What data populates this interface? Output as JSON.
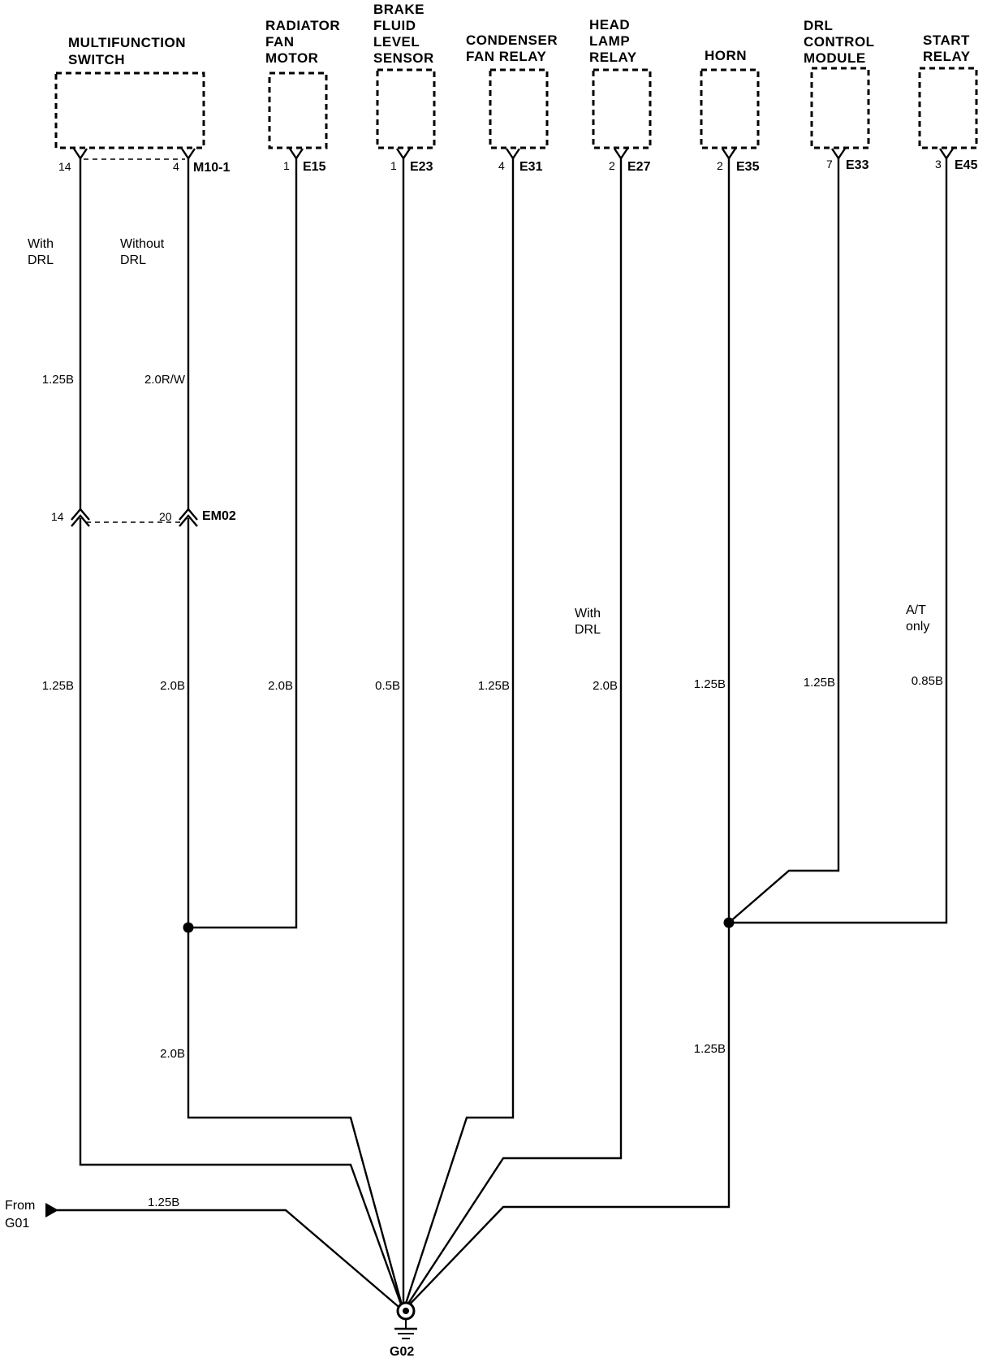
{
  "components": [
    {
      "title": [
        "MULTIFUNCTION",
        "SWITCH"
      ],
      "connector": "M10-1",
      "pins": [
        "14",
        "4"
      ]
    },
    {
      "title": [
        "RADIATOR",
        "FAN",
        "MOTOR"
      ],
      "connector": "E15",
      "pins": [
        "1"
      ]
    },
    {
      "title": [
        "BRAKE",
        "FLUID",
        "LEVEL",
        "SENSOR"
      ],
      "connector": "E23",
      "pins": [
        "1"
      ]
    },
    {
      "title": [
        "CONDENSER",
        "FAN RELAY"
      ],
      "connector": "E31",
      "pins": [
        "4"
      ]
    },
    {
      "title": [
        "HEAD",
        "LAMP",
        "RELAY"
      ],
      "connector": "E27",
      "pins": [
        "2"
      ]
    },
    {
      "title": [
        "HORN"
      ],
      "connector": "E35",
      "pins": [
        "2"
      ]
    },
    {
      "title": [
        "DRL",
        "CONTROL",
        "MODULE"
      ],
      "connector": "E33",
      "pins": [
        "7"
      ]
    },
    {
      "title": [
        "START",
        "RELAY"
      ],
      "connector": "E45",
      "pins": [
        "3"
      ]
    }
  ],
  "inline_connector": {
    "name": "EM02",
    "pins": [
      "14",
      "20"
    ]
  },
  "notes": {
    "with_drl": [
      "With",
      "DRL"
    ],
    "without_drl": [
      "Without",
      "DRL"
    ],
    "with_drl_2": [
      "With",
      "DRL"
    ],
    "at_only": [
      "A/T",
      "only"
    ],
    "from_g01": [
      "From",
      "G01"
    ]
  },
  "wire_labels": {
    "msw14_upper": "1.25B",
    "msw4_upper": "2.0R/W",
    "msw14_lower": "1.25B",
    "msw4_lower": "2.0B",
    "e15": "2.0B",
    "e23": "0.5B",
    "e31": "1.25B",
    "e27": "2.0B",
    "e35": "1.25B",
    "e33": "1.25B",
    "e45": "0.85B",
    "splice1_down": "2.0B",
    "splice2_down": "1.25B",
    "from_g01": "1.25B"
  },
  "ground": "G02"
}
